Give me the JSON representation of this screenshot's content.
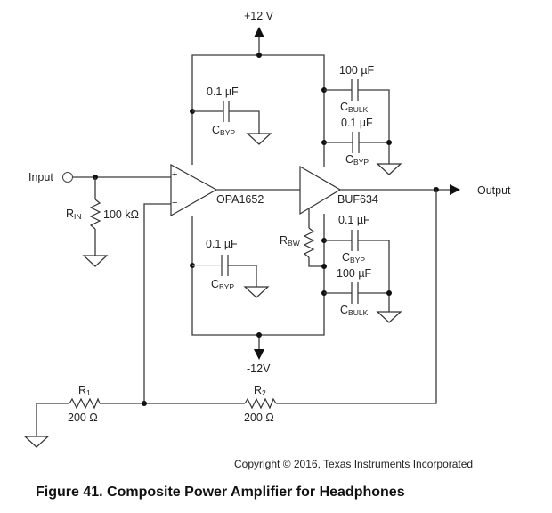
{
  "figure": {
    "title": "Figure 41.  Composite Power Amplifier for Headphones",
    "copyright": "Copyright © 2016, Texas Instruments Incorporated"
  },
  "supplies": {
    "positive": "+12 V",
    "negative": "-12V"
  },
  "ports": {
    "input": "Input",
    "output": "Output"
  },
  "amplifiers": {
    "opamp": "OPA1652",
    "buffer": "BUF634",
    "opamp_plus": "+",
    "opamp_minus": "−"
  },
  "components": {
    "rin": {
      "name": "R",
      "sub": "IN",
      "value": "100 kΩ"
    },
    "rbw": {
      "name": "R",
      "sub": "BW"
    },
    "r1": {
      "name": "R",
      "sub": "1",
      "value": "200 Ω"
    },
    "r2": {
      "name": "R",
      "sub": "2",
      "value": "200 Ω"
    },
    "c_opa_top": {
      "name": "C",
      "sub": "BYP",
      "value": "0.1 µF"
    },
    "c_opa_bot": {
      "name": "C",
      "sub": "BYP",
      "value": "0.1 µF"
    },
    "c_buf_top_bulk": {
      "name": "C",
      "sub": "BULK",
      "value": "100 µF"
    },
    "c_buf_top_byp": {
      "name": "C",
      "sub": "BYP",
      "value": "0.1 µF"
    },
    "c_buf_bot_byp": {
      "name": "C",
      "sub": "BYP",
      "value": "0.1 µF"
    },
    "c_buf_bot_bulk": {
      "name": "C",
      "sub": "BULK",
      "value": "100 µF"
    }
  }
}
